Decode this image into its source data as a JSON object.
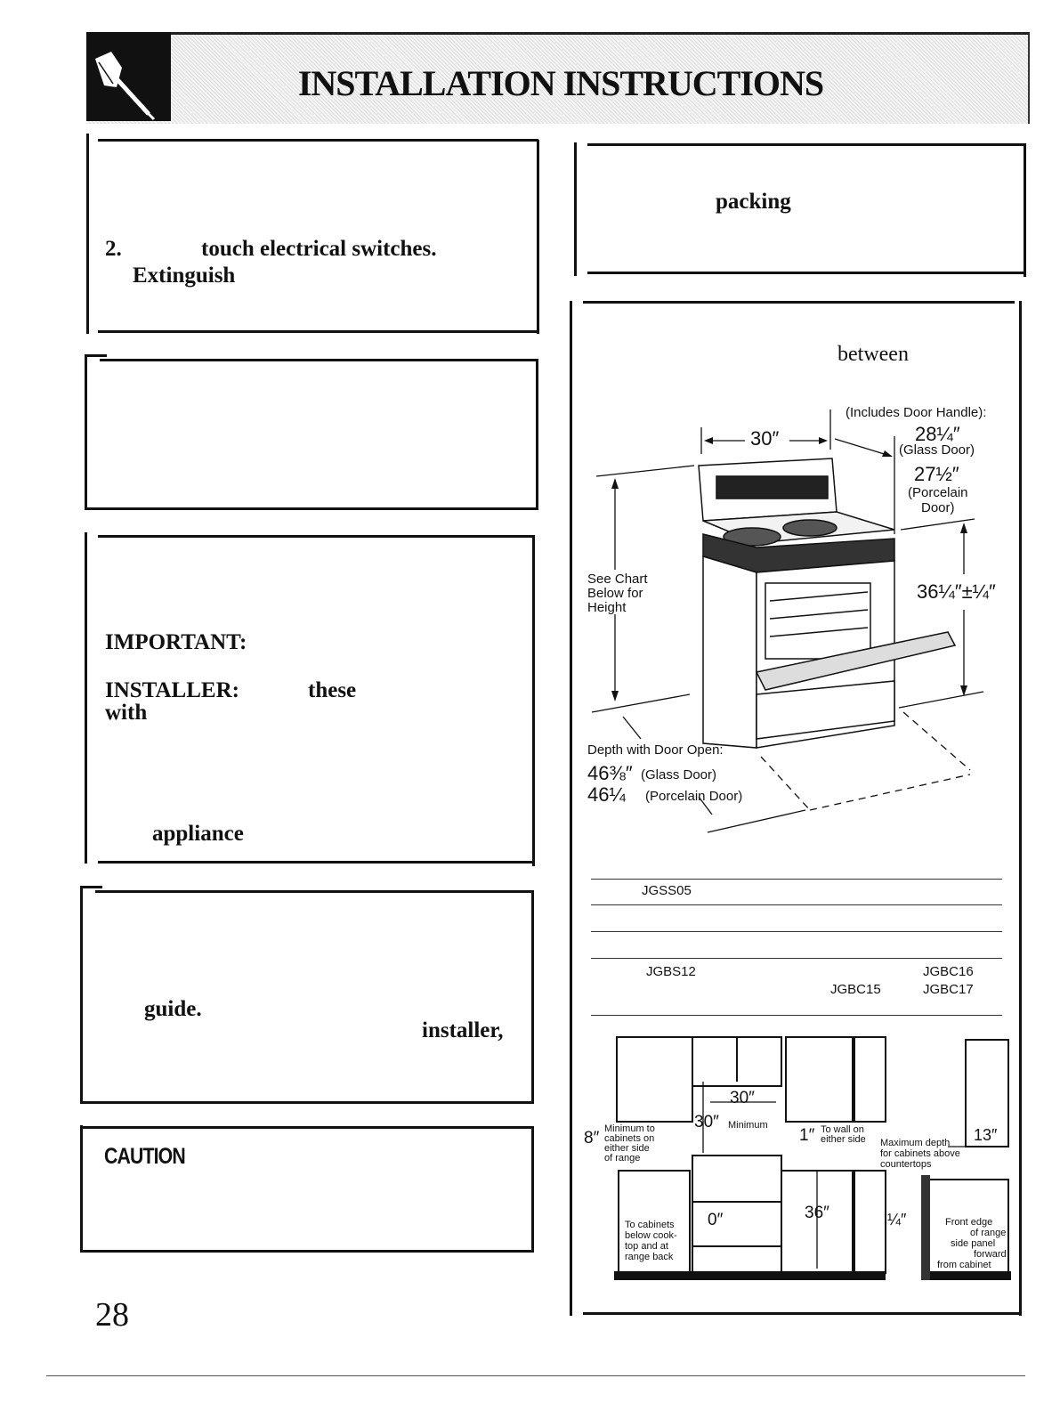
{
  "header": {
    "title": "INSTALLATION INSTRUCTIONS",
    "icon": "hand-screwdriver-icon"
  },
  "left": {
    "box1": {
      "line1_num": "2.",
      "line1_text": "touch electrical switches.",
      "line2": "Extinguish"
    },
    "box3": {
      "important": "IMPORTANT:",
      "installer": "INSTALLER:",
      "these": "these",
      "with": "with",
      "appliance": "appliance"
    },
    "box4": {
      "guide": "guide.",
      "installer": "installer,"
    },
    "caution": "CAUTION",
    "page_number": "28"
  },
  "right": {
    "box1": {
      "text": "packing"
    },
    "box2": {
      "text": "between"
    },
    "diagram": {
      "includes_handle": "(Includes Door Handle):",
      "width": "30″",
      "depth_glass": "28¼″",
      "glass_door": "(Glass Door)",
      "depth_porcelain": "27½″",
      "porcelain_door_1": "(Porcelain",
      "porcelain_door_2": "Door)",
      "see_chart_1": "See Chart",
      "see_chart_2": "Below for",
      "see_chart_3": "Height",
      "height": "36¼″±¼″",
      "depth_open": "Depth with Door Open:",
      "open_glass": "46⅜″",
      "open_glass_label": "(Glass Door)",
      "open_porcelain": "46¼",
      "open_porcelain_label": "(Porcelain Door)"
    },
    "chart": {
      "row1_model": "JGSS05",
      "row4_model_a": "JGBS12",
      "row4_model_b": "JGBC16",
      "row5_model_a": "JGBC15",
      "row5_model_b": "JGBC17"
    },
    "clearance": {
      "top_width": "30″",
      "minimum_height": "30″",
      "minimum_label": "Minimum",
      "side_min": "8″",
      "side_min_label_1": "Minimum to",
      "side_min_label_2": "cabinets on",
      "side_min_label_3": "either side",
      "side_min_label_4": "of range",
      "wall_gap": "1″",
      "wall_label_1": "To wall on",
      "wall_label_2": "either side",
      "max_depth_1": "Maximum depth",
      "max_depth_2": "for cabinets above",
      "max_depth_3": "countertops",
      "max_depth_val": "13″",
      "zero": "0″",
      "zero_label_1": "To cabinets",
      "zero_label_2": "below cook-",
      "zero_label_3": "top and at",
      "zero_label_4": "range back",
      "counter_height": "36″",
      "quarter": "¼″",
      "front_edge_1": "Front edge",
      "front_edge_2": "of range",
      "front_edge_3": "side panel",
      "front_edge_4": "forward",
      "front_edge_5": "from cabinet"
    }
  }
}
